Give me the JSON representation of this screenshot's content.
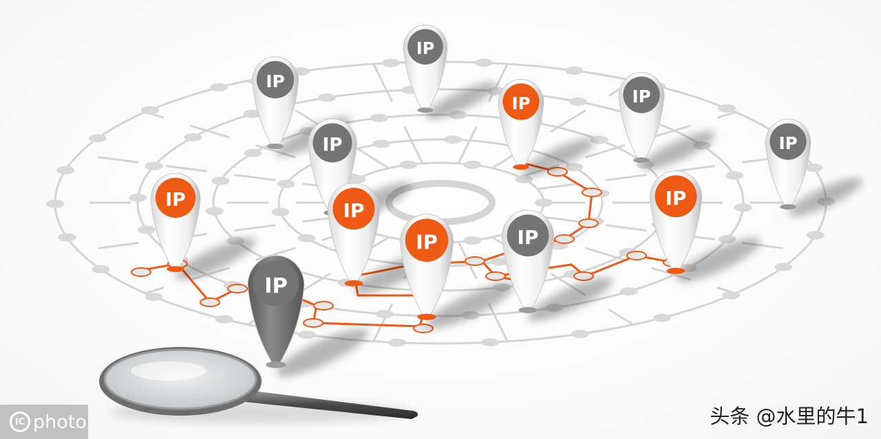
{
  "pin_label": "IP",
  "logo": {
    "mark": "IC",
    "word": "photo"
  },
  "credit": "头条 @水里的牛1",
  "colors": {
    "orange": "#ee5a14",
    "gray_pin": "#747474",
    "line_gray": "#d4d4d4",
    "line_orange": "#ee5a14"
  },
  "pins": [
    {
      "color": "gray"
    },
    {
      "color": "gray"
    },
    {
      "color": "orange"
    },
    {
      "color": "gray"
    },
    {
      "color": "gray"
    },
    {
      "color": "gray"
    },
    {
      "color": "orange"
    },
    {
      "color": "orange"
    },
    {
      "color": "orange"
    },
    {
      "color": "gray"
    },
    {
      "color": "orange"
    },
    {
      "color": "gray"
    }
  ]
}
